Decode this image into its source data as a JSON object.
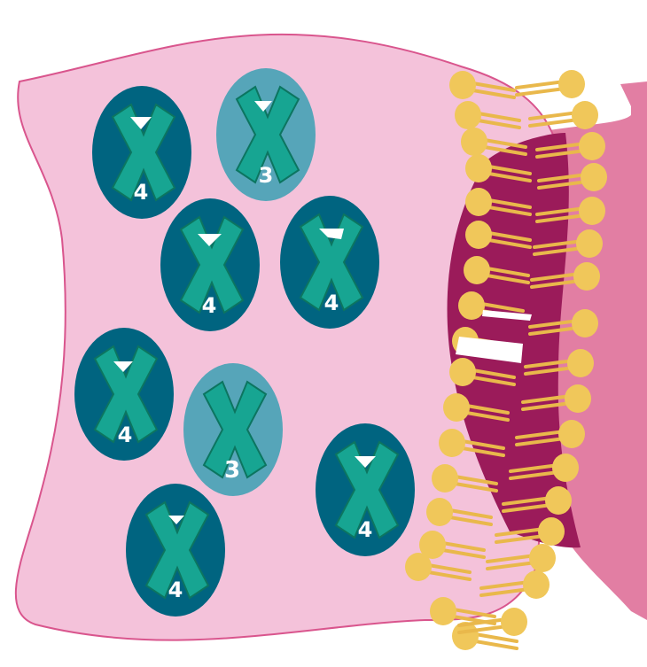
{
  "colors": {
    "cell_fill": "#f4c2da",
    "cell_stroke": "#d9558d",
    "membrane_pink": "#e27ea3",
    "membrane_dark": "#9b1b5a",
    "lipid_head": "#f0c75a",
    "lipid_tail": "#e9b84b",
    "protein_dark": "#006480",
    "protein_light": "#56a5b9",
    "cross_fill": "#17a592",
    "cross_stroke": "#0c7560",
    "label_color": "#ffffff"
  },
  "molecules": [
    {
      "label": "4",
      "shade": "dark"
    },
    {
      "label": "3",
      "shade": "light"
    },
    {
      "label": "4",
      "shade": "dark"
    },
    {
      "label": "4",
      "shade": "dark"
    },
    {
      "label": "4",
      "shade": "dark"
    },
    {
      "label": "3",
      "shade": "light"
    },
    {
      "label": "4",
      "shade": "dark"
    },
    {
      "label": "4",
      "shade": "dark"
    }
  ]
}
